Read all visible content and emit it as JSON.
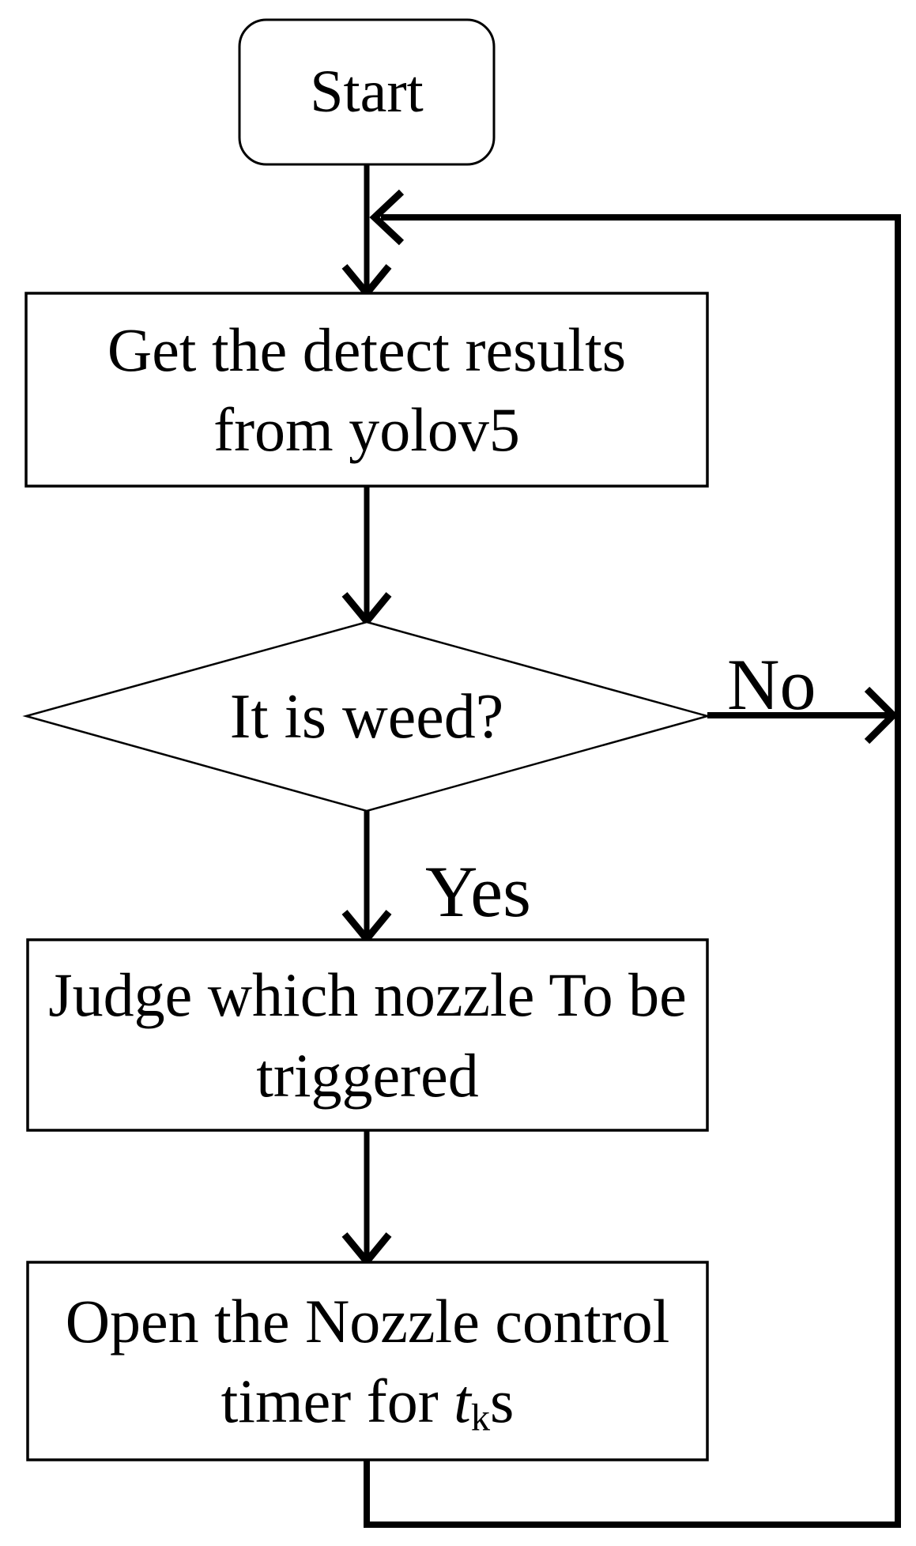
{
  "flowchart": {
    "background_color": "#ffffff",
    "line_color": "#000000",
    "nodes": {
      "start": {
        "type": "terminator",
        "label": "Start"
      },
      "get_results": {
        "type": "process",
        "line1": "Get the detect results",
        "line2": "from yolov5"
      },
      "is_weed": {
        "type": "decision",
        "label": "It is weed?"
      },
      "judge_nozzle": {
        "type": "process",
        "line1": "Judge which nozzle To be",
        "line2": "triggered"
      },
      "open_timer": {
        "type": "process",
        "line1": "Open the Nozzle control",
        "line2_pre": "timer for ",
        "line2_var": "t",
        "line2_sub": "k",
        "line2_post": "s"
      }
    },
    "edge_labels": {
      "no": "No",
      "yes": "Yes"
    }
  }
}
